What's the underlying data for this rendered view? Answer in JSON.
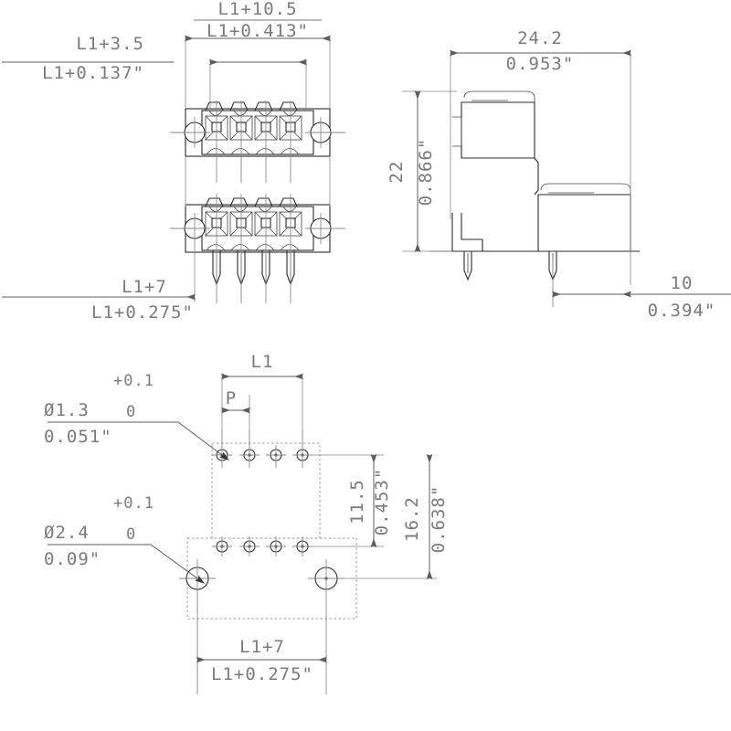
{
  "drawing": {
    "title": "PCB terminal block connector — dimensioned engineering drawing",
    "units_note": "millimeters over inches",
    "line_color": "#2b2b2b",
    "dim_color": "#7a7a7a",
    "hidden_color": "#9a9a9a",
    "background": "#ffffff"
  },
  "views": {
    "top_view": {
      "name": "front-elevation-upper",
      "pole_count": 4,
      "mounting_hole_count": 2
    },
    "mid_view": {
      "name": "front-elevation-lower",
      "pole_count": 4,
      "pin_count": 4,
      "mounting_hole_count": 2
    },
    "side_view": {
      "name": "side-elevation",
      "pin_count": 2
    },
    "pcb_view": {
      "name": "pcb-drilling-plan",
      "hole_rows": 2,
      "holes_per_row": 4,
      "mounting_holes": 2
    }
  },
  "dimensions": {
    "overall_width_mm": "L1+10.5",
    "overall_width_in": "L1+0.413\"",
    "inner_width_mm": "L1+3.5",
    "inner_width_in": "L1+0.137\"",
    "pin_span_mm": "L1+7",
    "pin_span_in": "L1+0.275\"",
    "side_depth_mm": "24.2",
    "side_depth_in": "0.953\"",
    "side_height_mm": "22",
    "side_height_in": "0.866\"",
    "pin_offset_mm": "10",
    "pin_offset_in": "0.394\"",
    "pcb_l1": "L1",
    "pcb_pitch": "P",
    "pcb_row_gap_mm": "11.5",
    "pcb_row_gap_in": "0.453\"",
    "pcb_total_height_mm": "16.2",
    "pcb_total_height_in": "0.638\"",
    "pcb_span_mm": "L1+7",
    "pcb_span_in": "L1+0.275\"",
    "hole_small_dia": "Ø1.3",
    "hole_small_tol_upper": "+0.1",
    "hole_small_tol_lower": "0",
    "hole_small_in": "0.051\"",
    "hole_large_dia": "Ø2.4",
    "hole_large_tol_upper": "+0.1",
    "hole_large_tol_lower": "0",
    "hole_large_in": "0.09\""
  }
}
